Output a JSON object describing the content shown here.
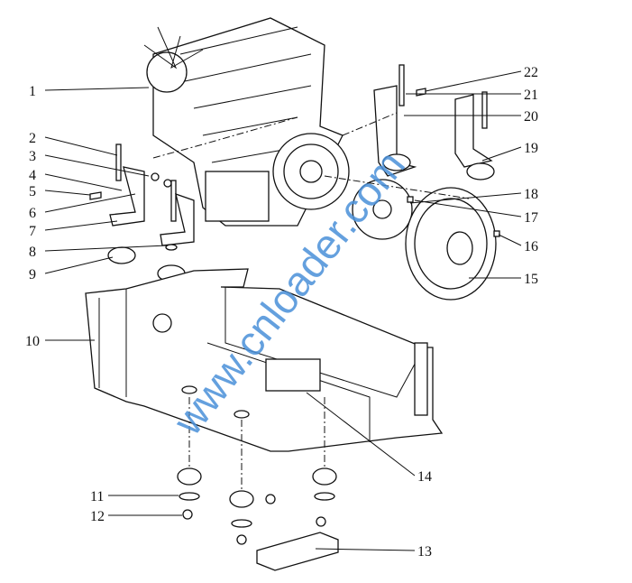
{
  "diagram": {
    "title": "Engine mounting and base frame exploded view",
    "callouts": [
      "1",
      "2",
      "3",
      "4",
      "5",
      "6",
      "7",
      "8",
      "9",
      "10",
      "11",
      "12",
      "13",
      "14",
      "15",
      "16",
      "17",
      "18",
      "19",
      "20",
      "21",
      "22"
    ],
    "watermark": "www.cnloader.com",
    "colors": {
      "line": "#111111",
      "watermark": "#4a90d9"
    }
  }
}
